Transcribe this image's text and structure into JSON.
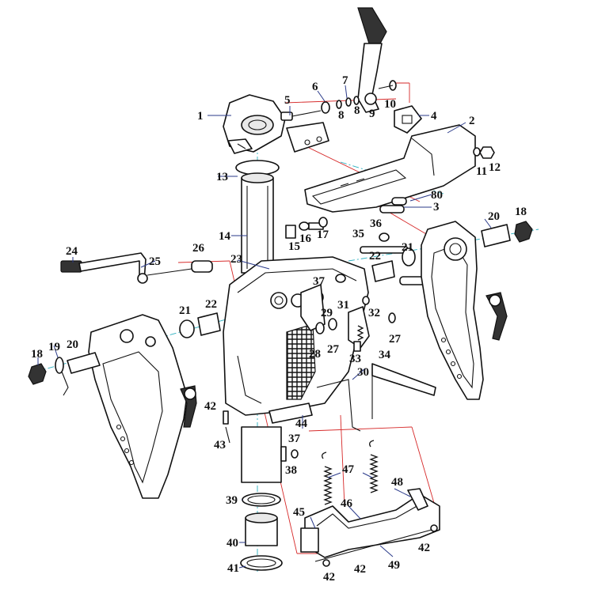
{
  "callouts": [
    {
      "n": "1"
    },
    {
      "n": "2"
    },
    {
      "n": "3"
    },
    {
      "n": "4"
    },
    {
      "n": "5"
    },
    {
      "n": "6"
    },
    {
      "n": "7"
    },
    {
      "n": "8"
    },
    {
      "n": "8"
    },
    {
      "n": "9"
    },
    {
      "n": "10"
    },
    {
      "n": "11"
    },
    {
      "n": "12"
    },
    {
      "n": "13"
    },
    {
      "n": "14"
    },
    {
      "n": "15"
    },
    {
      "n": "16"
    },
    {
      "n": "17"
    },
    {
      "n": "18"
    },
    {
      "n": "18"
    },
    {
      "n": "19"
    },
    {
      "n": "20"
    },
    {
      "n": "20"
    },
    {
      "n": "21"
    },
    {
      "n": "21"
    },
    {
      "n": "22"
    },
    {
      "n": "22"
    },
    {
      "n": "23"
    },
    {
      "n": "24"
    },
    {
      "n": "25"
    },
    {
      "n": "26"
    },
    {
      "n": "27"
    },
    {
      "n": "27"
    },
    {
      "n": "28"
    },
    {
      "n": "29"
    },
    {
      "n": "30"
    },
    {
      "n": "31"
    },
    {
      "n": "32"
    },
    {
      "n": "33"
    },
    {
      "n": "34"
    },
    {
      "n": "35"
    },
    {
      "n": "36"
    },
    {
      "n": "37"
    },
    {
      "n": "37"
    },
    {
      "n": "38"
    },
    {
      "n": "39"
    },
    {
      "n": "40"
    },
    {
      "n": "41"
    },
    {
      "n": "42"
    },
    {
      "n": "42"
    },
    {
      "n": "42"
    },
    {
      "n": "42"
    },
    {
      "n": "43"
    },
    {
      "n": "44"
    },
    {
      "n": "45"
    },
    {
      "n": "46"
    },
    {
      "n": "47"
    },
    {
      "n": "48"
    },
    {
      "n": "49"
    },
    {
      "n": "80"
    }
  ],
  "colors": {
    "line": "#111111",
    "leader": "#2a3a8a",
    "red_line": "#d62828",
    "axis_line": "#2ab0c0"
  }
}
